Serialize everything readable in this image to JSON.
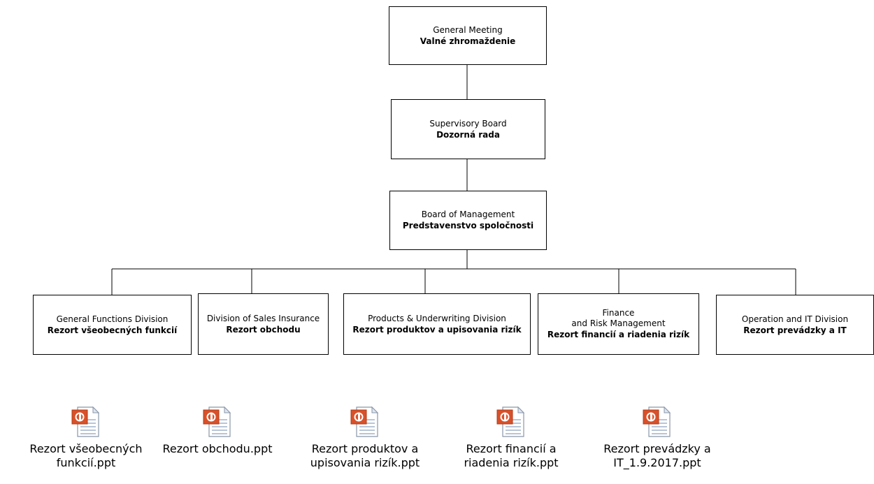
{
  "org_chart": {
    "general_meeting": {
      "en": "General Meeting",
      "sk": "Valné zhromaždenie"
    },
    "supervisory_board": {
      "en": "Supervisory Board",
      "sk": "Dozorná rada"
    },
    "board_of_management": {
      "en": "Board of Management",
      "sk": "Predstavenstvo spoločnosti"
    },
    "divisions": [
      {
        "en": "General Functions Division",
        "sk": "Rezort všeobecných funkcií"
      },
      {
        "en": "Division of Sales Insurance",
        "sk": "Rezort obchodu"
      },
      {
        "en": "Products & Underwriting  Division",
        "sk": "Rezort produktov a upisovania rizík"
      },
      {
        "en": "Finance",
        "en2": "and Risk Management",
        "sk": "Rezort financií a riadenia rizík"
      },
      {
        "en": "Operation and IT Division",
        "sk": "Rezort  prevádzky a IT"
      }
    ]
  },
  "files": [
    {
      "line1": "Rezort všeobecných",
      "line2": "funkcií.ppt",
      "icon": "powerpoint-file-icon"
    },
    {
      "line1": "Rezort obchodu.ppt",
      "line2": "",
      "icon": "powerpoint-file-icon"
    },
    {
      "line1": "Rezort produktov a",
      "line2": "upisovania rizík.ppt",
      "icon": "powerpoint-file-icon"
    },
    {
      "line1": "Rezort financií a",
      "line2": "riadenia rizík.ppt",
      "icon": "powerpoint-file-icon"
    },
    {
      "line1": "Rezort prevádzky a",
      "line2": "IT_1.9.2017.ppt",
      "icon": "powerpoint-file-icon"
    }
  ]
}
